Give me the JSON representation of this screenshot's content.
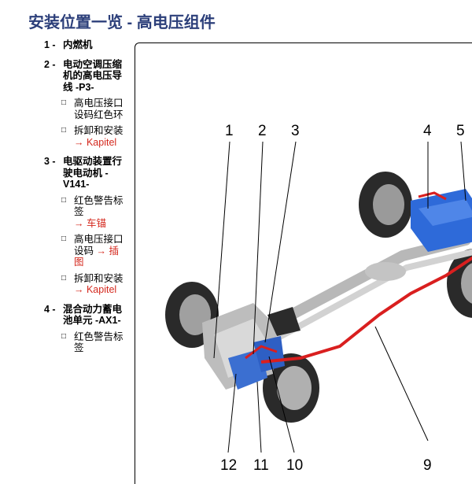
{
  "title": "安装位置一览 - 高电压组件",
  "items": [
    {
      "num": "1 -",
      "text": "内燃机",
      "subs": []
    },
    {
      "num": "2 -",
      "text": "电动空调压缩机的高电压导线 -P3-",
      "subs": [
        {
          "text": "高电压接口设码红色环",
          "link": ""
        },
        {
          "text": "拆卸和安装",
          "link": "→ Kapitel"
        }
      ]
    },
    {
      "num": "3 -",
      "text": "电驱动装置行驶电动机 -V141-",
      "subs": [
        {
          "text": "红色警告标签",
          "link": "→ 车锚"
        },
        {
          "text": "高电压接口设码",
          "link": "→ 插图"
        },
        {
          "text": "拆卸和安装",
          "link": "→ Kapitel"
        }
      ]
    },
    {
      "num": "4 -",
      "text": "混合动力蓄电池单元 -AX1-",
      "subs": [
        {
          "text": "红色警告标签",
          "link": ""
        }
      ]
    }
  ],
  "figure": {
    "callouts_top": [
      "1",
      "2",
      "3",
      "4",
      "5"
    ],
    "callouts_bottom": [
      "12",
      "11",
      "10",
      "9"
    ]
  }
}
